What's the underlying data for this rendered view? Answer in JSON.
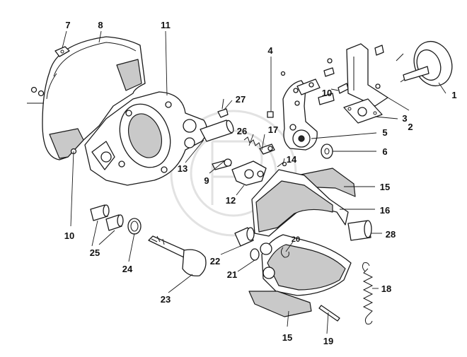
{
  "callouts": [
    {
      "id": "c1",
      "text": "1"
    },
    {
      "id": "c2",
      "text": "2"
    },
    {
      "id": "c3",
      "text": "3"
    },
    {
      "id": "c4",
      "text": "4"
    },
    {
      "id": "c5",
      "text": "5"
    },
    {
      "id": "c6",
      "text": "6"
    },
    {
      "id": "c7",
      "text": "7"
    },
    {
      "id": "c8",
      "text": "8"
    },
    {
      "id": "c9",
      "text": "9"
    },
    {
      "id": "c10a",
      "text": "10"
    },
    {
      "id": "c10b",
      "text": "10"
    },
    {
      "id": "c11",
      "text": "11"
    },
    {
      "id": "c12",
      "text": "12"
    },
    {
      "id": "c13",
      "text": "13"
    },
    {
      "id": "c14",
      "text": "14"
    },
    {
      "id": "c15a",
      "text": "15"
    },
    {
      "id": "c15b",
      "text": "15"
    },
    {
      "id": "c16",
      "text": "16"
    },
    {
      "id": "c17",
      "text": "17"
    },
    {
      "id": "c18",
      "text": "18"
    },
    {
      "id": "c19",
      "text": "19"
    },
    {
      "id": "c20",
      "text": "20"
    },
    {
      "id": "c21",
      "text": "21"
    },
    {
      "id": "c22",
      "text": "22"
    },
    {
      "id": "c23",
      "text": "23"
    },
    {
      "id": "c24",
      "text": "24"
    },
    {
      "id": "c25",
      "text": "25"
    },
    {
      "id": "c26",
      "text": "26"
    },
    {
      "id": "c27",
      "text": "27"
    },
    {
      "id": "c28",
      "text": "28"
    }
  ]
}
